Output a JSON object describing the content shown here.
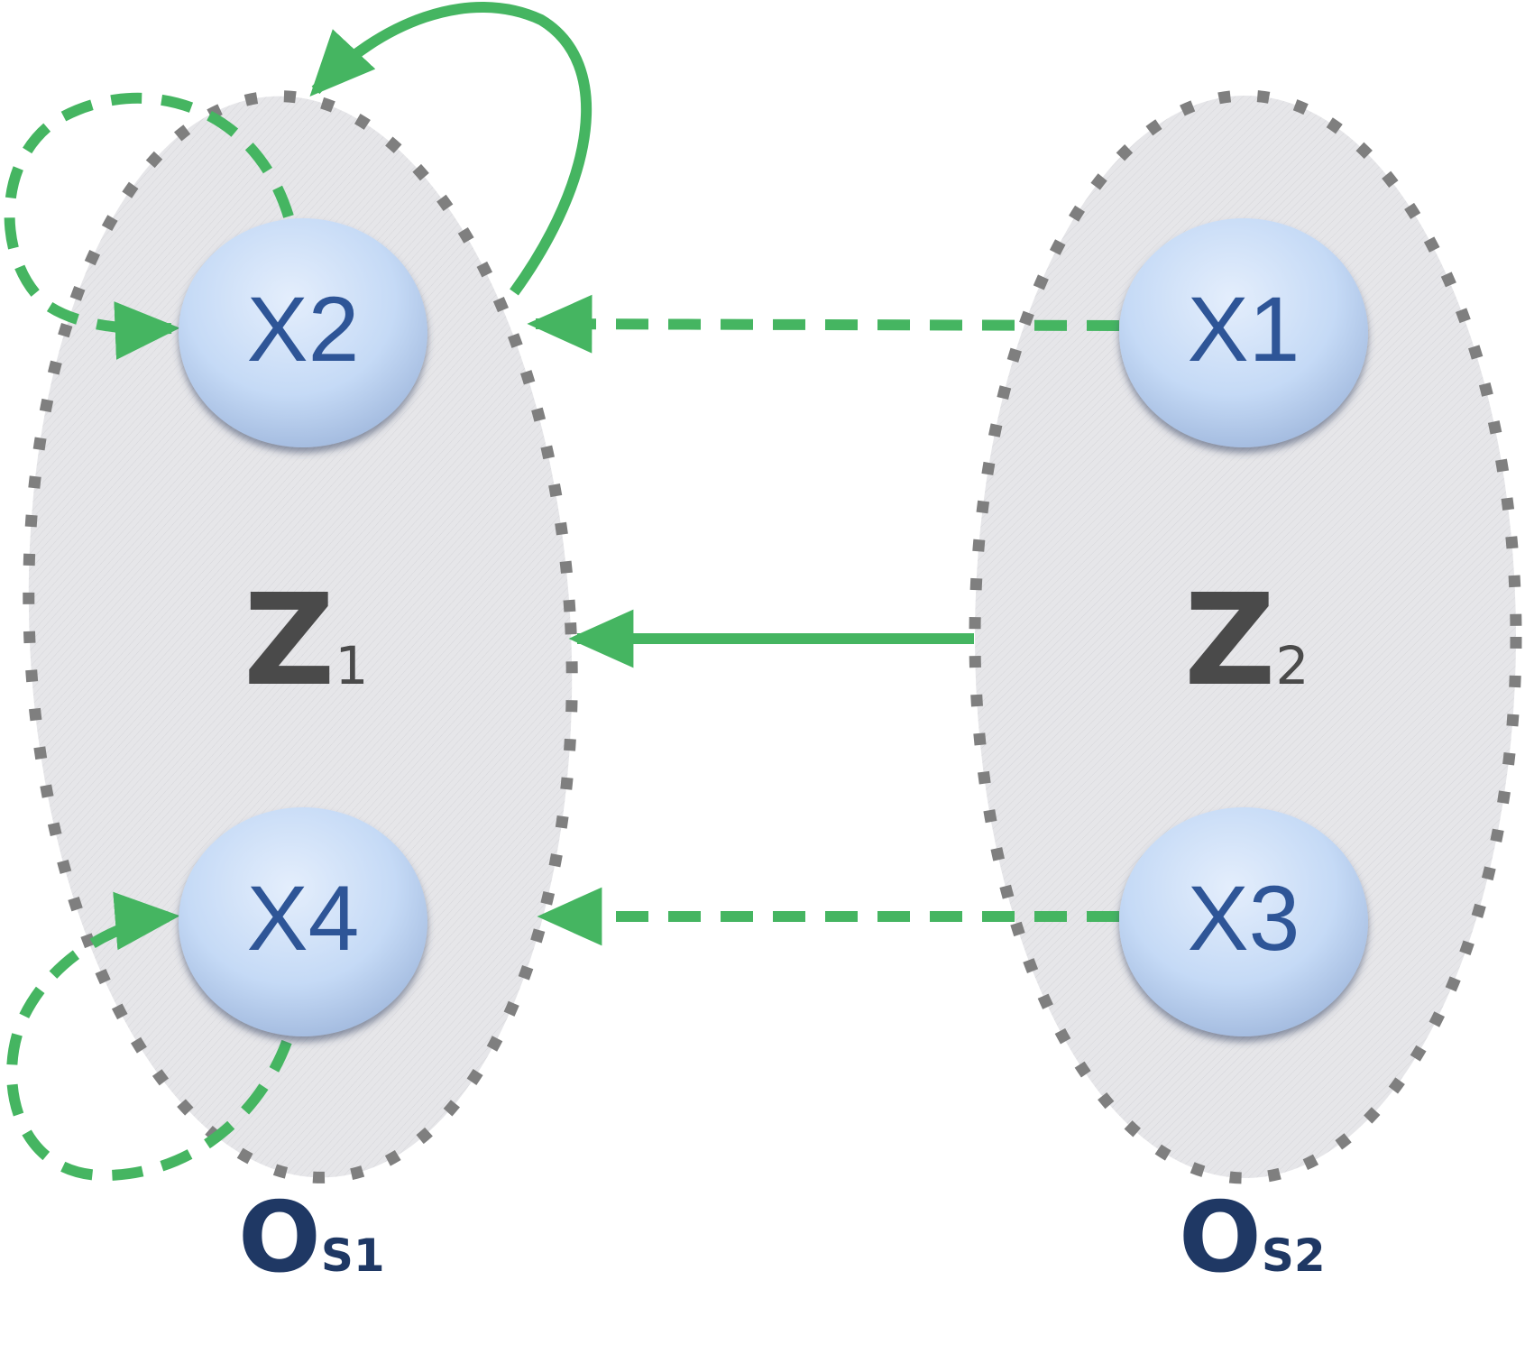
{
  "colors": {
    "edge": "#45b561",
    "group_border": "#7f7f7f",
    "group_fill": "#e3e3e6",
    "node_fill": "#c5daf6",
    "node_text": "#2e5597",
    "latent_text": "#4a4a4a",
    "observed_text": "#1f3864"
  },
  "groups": [
    {
      "id": "s1",
      "latent": {
        "main": "Z",
        "sub": "1"
      },
      "observed": {
        "main": "O",
        "sub": "S1"
      }
    },
    {
      "id": "s2",
      "latent": {
        "main": "Z",
        "sub": "2"
      },
      "observed": {
        "main": "O",
        "sub": "S2"
      }
    }
  ],
  "nodes": [
    {
      "id": "x1",
      "label": "X1"
    },
    {
      "id": "x2",
      "label": "X2"
    },
    {
      "id": "x3",
      "label": "X3"
    },
    {
      "id": "x4",
      "label": "X4"
    }
  ],
  "edges": [
    {
      "from": "X1",
      "to": "X2",
      "style": "dashed"
    },
    {
      "from": "X3",
      "to": "X4",
      "style": "dashed"
    },
    {
      "from": "Z2",
      "to": "Z1",
      "style": "solid"
    },
    {
      "from": "X2",
      "to": "X2",
      "style": "dashed",
      "kind": "self-loop"
    },
    {
      "from": "X4",
      "to": "X4",
      "style": "dashed",
      "kind": "self-loop"
    },
    {
      "from": "Z1",
      "to": "Z1",
      "style": "solid",
      "kind": "self-loop"
    }
  ]
}
